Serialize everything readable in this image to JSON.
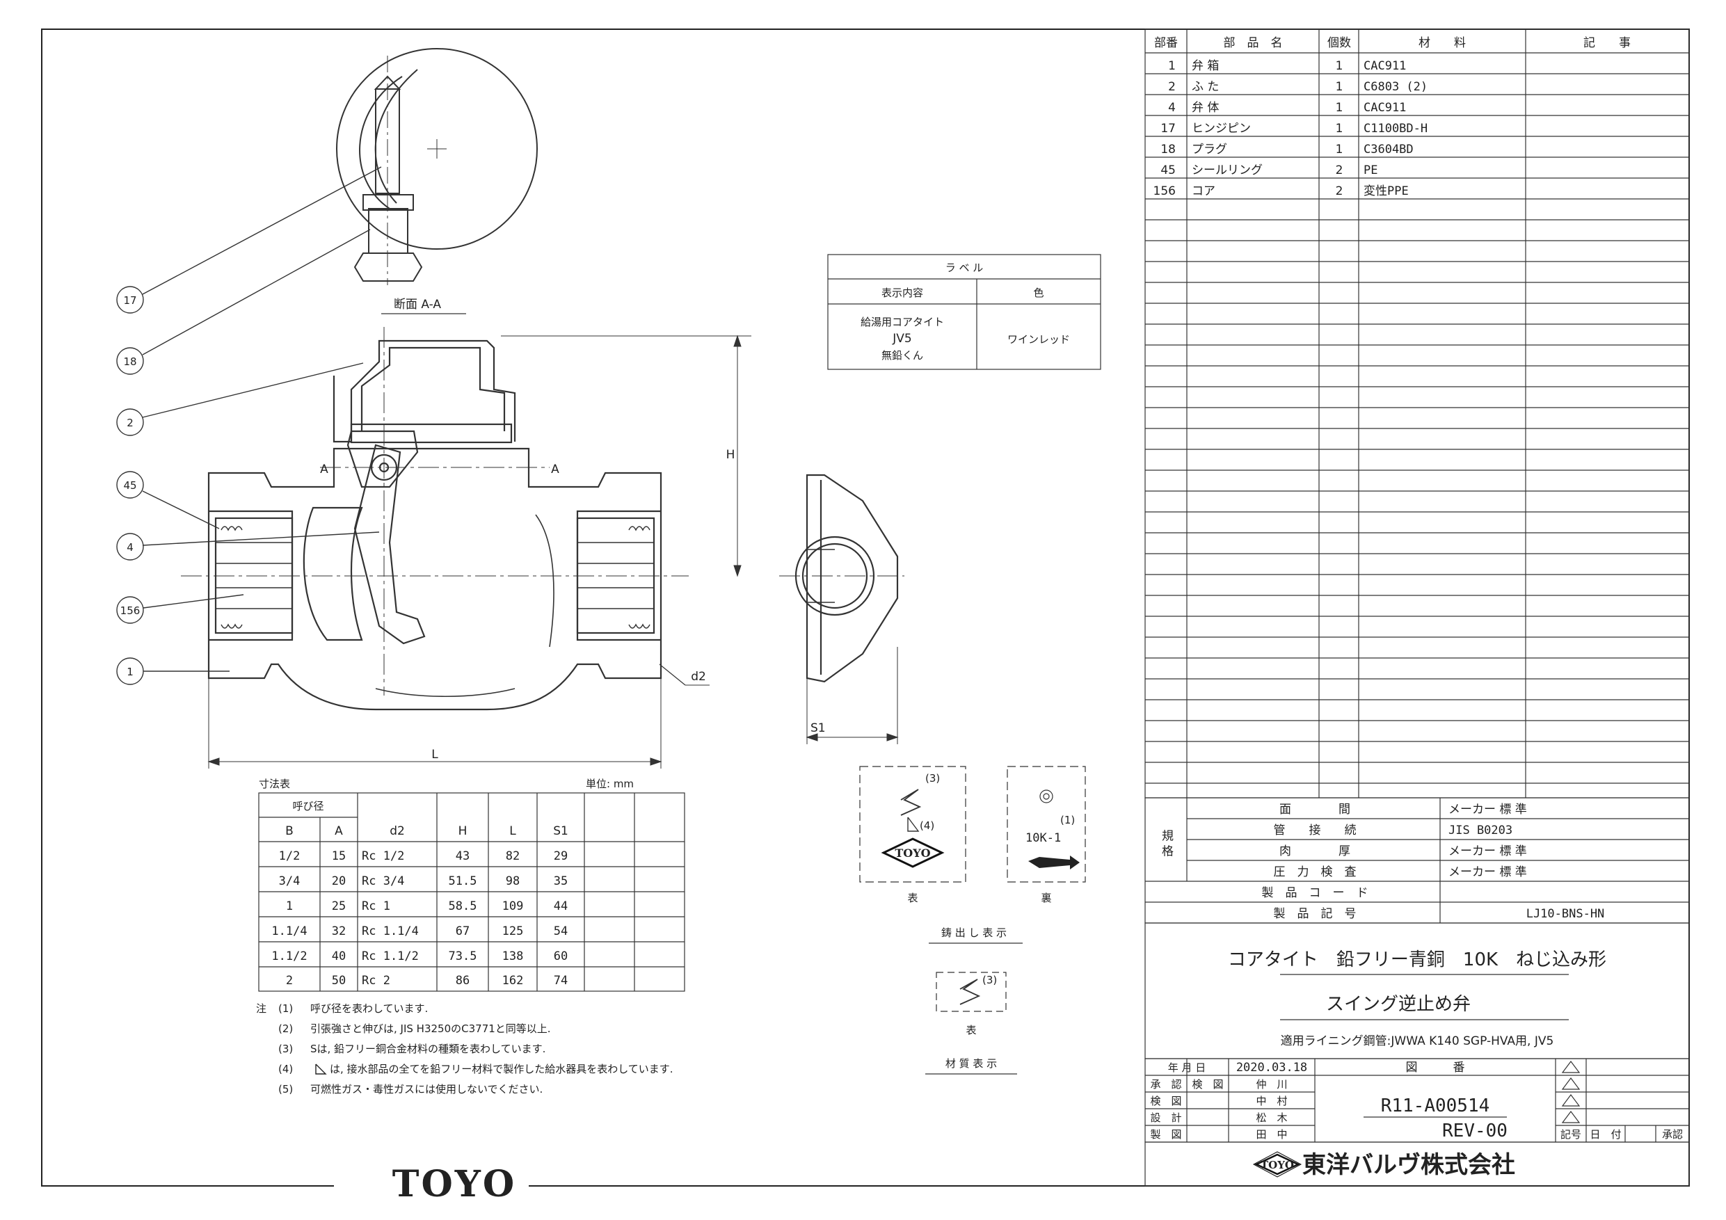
{
  "parts_table": {
    "headers": {
      "no": "部番",
      "name": "部　品　名",
      "qty": "個数",
      "material": "材　　料",
      "remarks": "記　　事"
    },
    "rows": [
      {
        "no": "1",
        "name": "弁 箱",
        "qty": "1",
        "material": "CAC911"
      },
      {
        "no": "2",
        "name": "ふ た",
        "qty": "1",
        "material": "C6803  (2)"
      },
      {
        "no": "4",
        "name": "弁 体",
        "qty": "1",
        "material": "CAC911"
      },
      {
        "no": "17",
        "name": "ヒンジピン",
        "qty": "1",
        "material": "C1100BD-H"
      },
      {
        "no": "18",
        "name": "プラグ",
        "qty": "1",
        "material": "C3604BD"
      },
      {
        "no": "45",
        "name": "シールリング",
        "qty": "2",
        "material": "PE"
      },
      {
        "no": "156",
        "name": "コア",
        "qty": "2",
        "material": "変性PPE"
      }
    ]
  },
  "spec": {
    "group_label": "規 格",
    "rows": [
      {
        "item": "面　　　　間",
        "value": "メーカー 標 準"
      },
      {
        "item": "管　　接　　続",
        "value": "JIS B0203"
      },
      {
        "item": "肉　　　　厚",
        "value": "メーカー 標 準"
      },
      {
        "item": "圧　力　検　査",
        "value": "メーカー 標 準"
      }
    ],
    "product_code_label": "製　品　コ　ー　ド",
    "product_code": "",
    "product_symbol_label": "製　品　記　号",
    "product_symbol": "LJ10-BNS-HN"
  },
  "product": {
    "title": "コアタイト　鉛フリー青銅　10K　ねじ込み形",
    "subtitle": "スイング逆止め弁",
    "note": "適用ライニング鋼管:JWWA K140 SGP-HVA用, JV5"
  },
  "title_block": {
    "date_label": "年 月 日",
    "date": "2020.03.18",
    "drawing_no_label": "図　　　番",
    "rows": [
      {
        "role": "承　認",
        "name": "仲　川"
      },
      {
        "role": "検　図",
        "name": "中　村"
      },
      {
        "role": "設　計",
        "name": "松　木"
      },
      {
        "role": "製　図",
        "name": "田　中"
      }
    ],
    "drawing_no": "R11-A00514",
    "rev": "REV-00",
    "rev_cols": [
      "記号",
      "日　付",
      "承認"
    ]
  },
  "company": {
    "name": "東洋バルヴ株式会社",
    "logo_text": "TOYO"
  },
  "footer_logo": "TOYO",
  "label_table": {
    "title": "ラ ベ ル",
    "col1": "表示内容",
    "col2": "色",
    "content_lines": [
      "給湯用コアタイト",
      "JV5",
      "無鉛くん"
    ],
    "color": "ワインレッド"
  },
  "dimensions": {
    "caption": "寸法表",
    "unit": "単位: mm",
    "nominal_label": "呼び径",
    "headers": [
      "B",
      "A",
      "d2",
      "H",
      "L",
      "S1"
    ],
    "rows": [
      [
        "1/2",
        "15",
        "Rc 1/2",
        "43",
        "82",
        "29"
      ],
      [
        "3/4",
        "20",
        "Rc 3/4",
        "51.5",
        "98",
        "35"
      ],
      [
        "1",
        "25",
        "Rc 1",
        "58.5",
        "109",
        "44"
      ],
      [
        "1.1/4",
        "32",
        "Rc 1.1/4",
        "67",
        "125",
        "54"
      ],
      [
        "1.1/2",
        "40",
        "Rc 1.1/2",
        "73.5",
        "138",
        "60"
      ],
      [
        "2",
        "50",
        "Rc 2",
        "86",
        "162",
        "74"
      ]
    ]
  },
  "notes": {
    "label": "注",
    "items": [
      {
        "num": "(1)",
        "text": "呼び径を表わしています."
      },
      {
        "num": "(2)",
        "text": "引張強さと伸びは, JIS H3250のC3771と同等以上."
      },
      {
        "num": "(3)",
        "text": "Sは, 鉛フリー銅合金材料の種類を表わしています."
      },
      {
        "num": "(4)",
        "text": "は, 接水部品の全てを鉛フリー材料で製作した給水器具を表わしています."
      },
      {
        "num": "(5)",
        "text": "可燃性ガス・毒性ガスには使用しないでください."
      }
    ]
  },
  "drawing": {
    "section_label": "断面 A-A",
    "section_marks": [
      "A",
      "A"
    ],
    "balloons": [
      "17",
      "18",
      "2",
      "45",
      "4",
      "156",
      "1"
    ],
    "dim_labels": {
      "H": "H",
      "L": "L",
      "d2": "d2",
      "S1": "S1"
    }
  },
  "cast_marking": {
    "front": {
      "ref3": "(3)",
      "ref4": "(4)",
      "logo": "TOYO",
      "label": "表"
    },
    "back": {
      "ref1": "(1)",
      "text": "10K-1",
      "label": "裏"
    },
    "caption": "鋳 出 し 表 示"
  },
  "material_marking": {
    "ref": "(3)",
    "label": "表",
    "caption": "材 質 表 示"
  }
}
